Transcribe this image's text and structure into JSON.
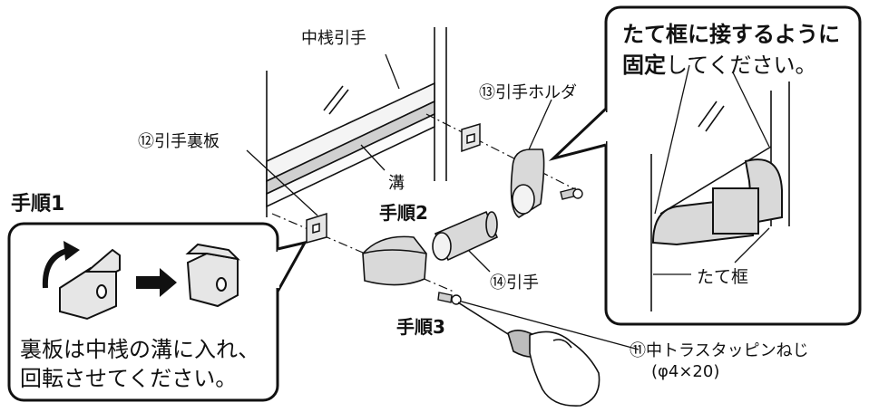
{
  "labels": {
    "nakazan_hikite": "中桟引手",
    "hikite_holder": "⑬引手ホルダ",
    "hikite_urakita": "⑫引手裏板",
    "mizo": "溝",
    "hikite": "⑭引手",
    "screw": "⑪中トラスタッピンねじ",
    "screw_size": "(φ4×20)",
    "tate_kamachi": "たて框"
  },
  "steps": {
    "step1": "手順1",
    "step2": "手順2",
    "step3": "手順3"
  },
  "step1_box": {
    "line1": "裏板は中桟の溝に入れ、",
    "line2": "回転させてください。"
  },
  "callout": {
    "line1": "たて框に接するように",
    "line2_bold": "固定",
    "line2_rest": "してください。"
  },
  "colors": {
    "ink": "#111111",
    "part_fill": "#d9d9d9",
    "part_shade": "#b5b5b5",
    "groove": "#c8c8c8"
  }
}
